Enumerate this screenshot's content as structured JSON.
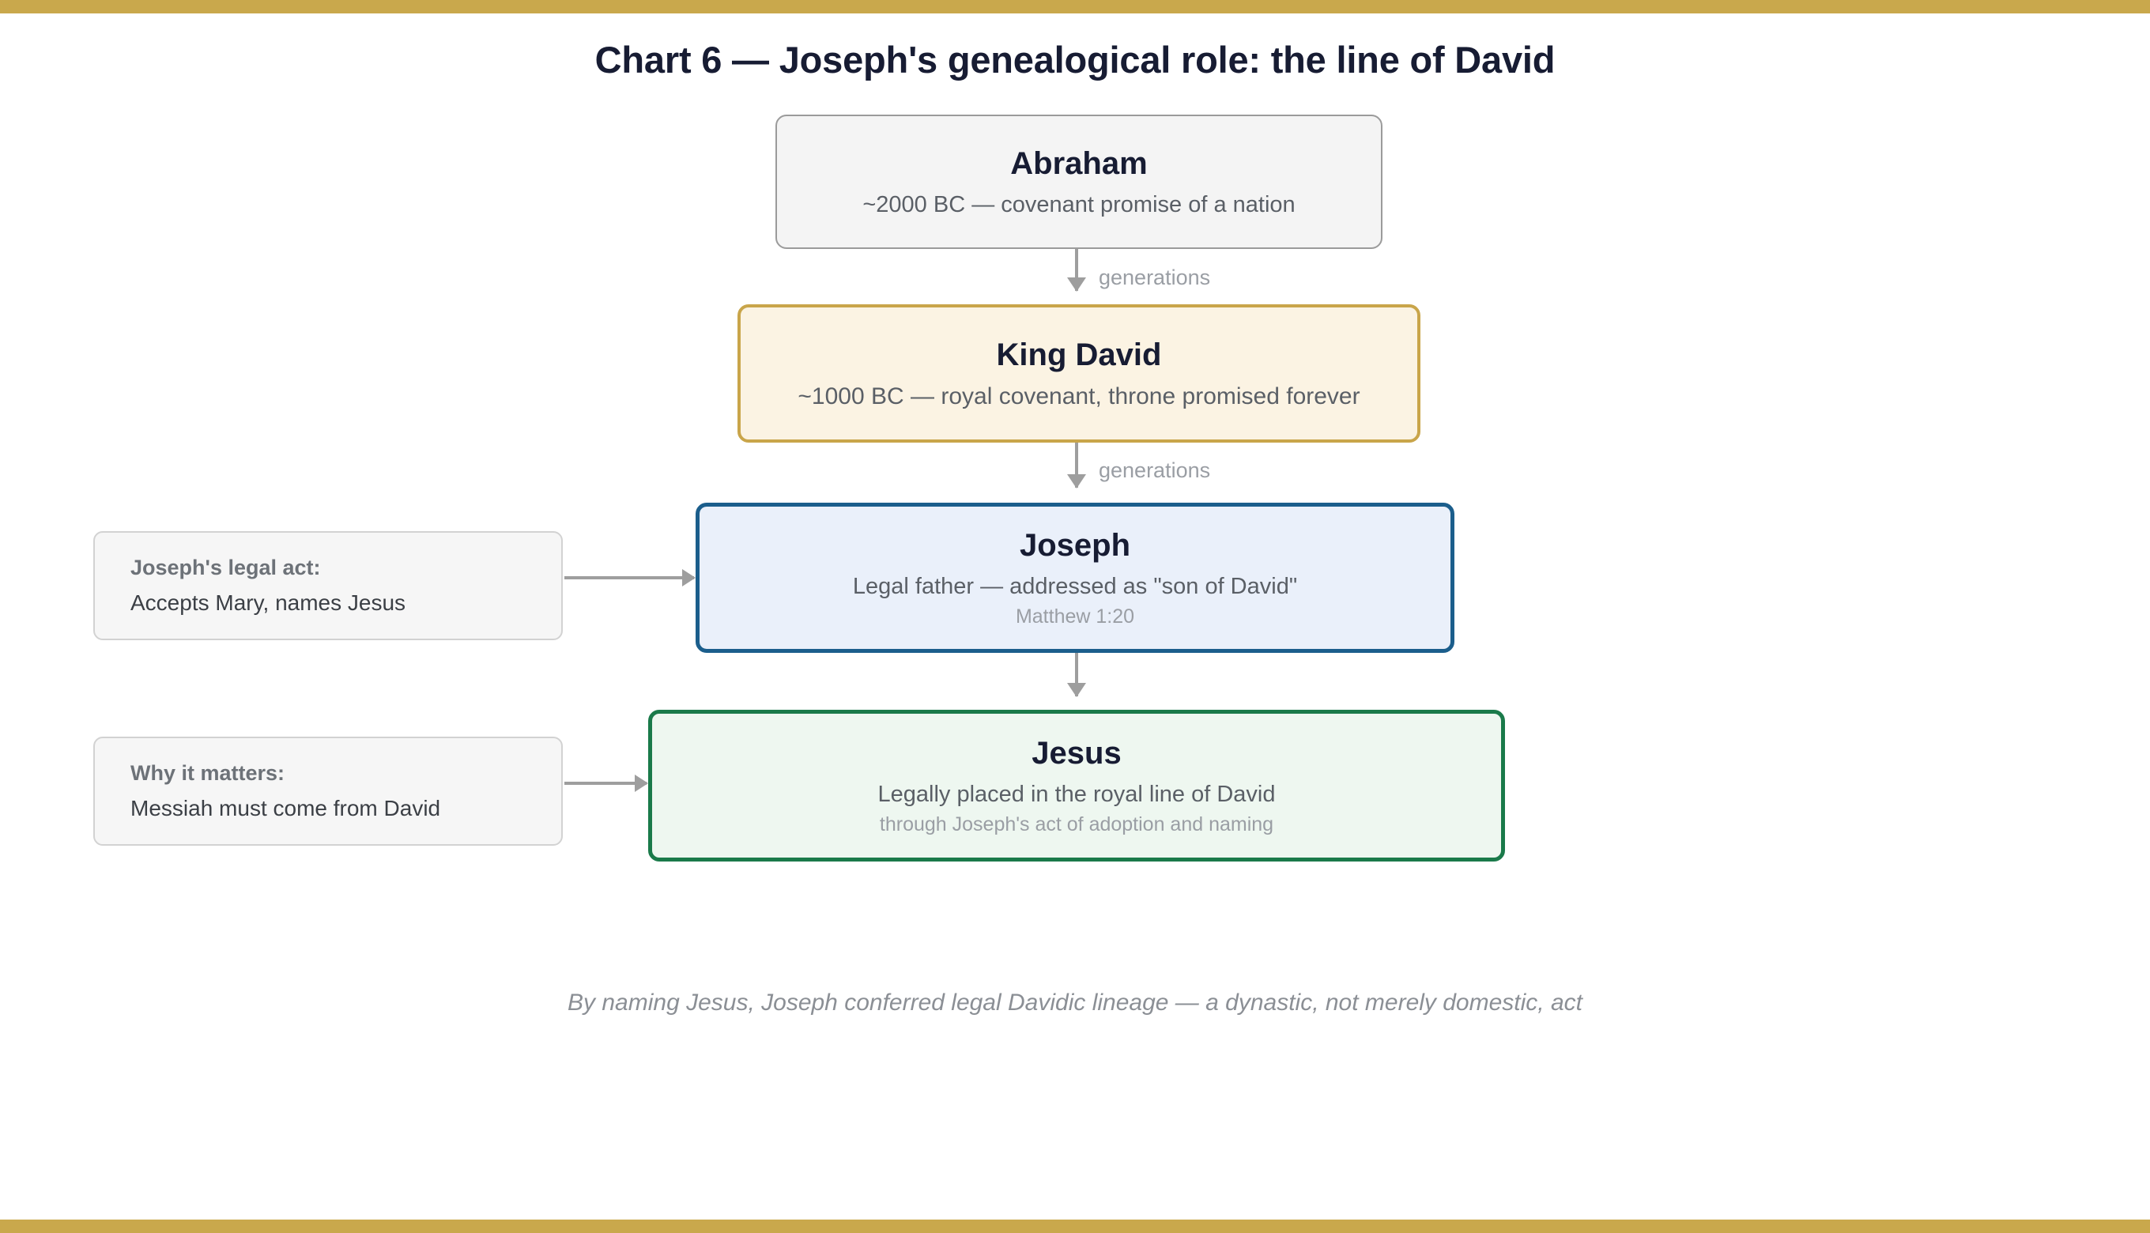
{
  "theme": {
    "gold": "#c9a84c",
    "david_border": "#c9a54a",
    "david_fill": "#fbf3e3",
    "joseph_border": "#1b5e8c",
    "joseph_fill": "#eaf0fa",
    "jesus_border": "#1a7a4a",
    "jesus_fill": "#eef7f0",
    "neutral_border": "#9b9b9b",
    "neutral_fill": "#f4f4f4",
    "connector": "#9e9e9e",
    "title_color": "#171c33",
    "muted_text": "#9a9ea4"
  },
  "title": "Chart 6 — Joseph's genealogical role: the line of David",
  "caption": "By naming Jesus, Joseph conferred legal Davidic lineage — a dynastic, not merely domestic, act",
  "chart_data": {
    "type": "diagram",
    "diagram_kind": "vertical-flowchart",
    "title": "Chart 6 — Joseph's genealogical role: the line of David",
    "nodes": [
      {
        "id": "abraham",
        "title": "Abraham",
        "subtitle": "~2000 BC — covenant promise of a nation",
        "ref": "",
        "style": "neutral"
      },
      {
        "id": "david",
        "title": "King David",
        "subtitle": "~1000 BC — royal covenant, throne promised forever",
        "ref": "",
        "style": "gold-highlight"
      },
      {
        "id": "joseph",
        "title": "Joseph",
        "subtitle": "Legal father — addressed as \"son of David\"",
        "ref": "Matthew 1:20",
        "style": "blue-highlight"
      },
      {
        "id": "jesus",
        "title": "Jesus",
        "subtitle": "Legally placed in the royal line of David",
        "ref": "through Joseph's act of adoption and naming",
        "style": "green-highlight"
      }
    ],
    "edges": [
      {
        "from": "abraham",
        "to": "david",
        "label": "generations",
        "direction": "down"
      },
      {
        "from": "david",
        "to": "joseph",
        "label": "generations",
        "direction": "down"
      },
      {
        "from": "joseph",
        "to": "jesus",
        "label": "",
        "direction": "down"
      },
      {
        "from": "note-legal-act",
        "to": "joseph",
        "label": "",
        "direction": "right"
      },
      {
        "from": "note-why",
        "to": "jesus",
        "label": "",
        "direction": "right"
      }
    ],
    "annotations": [
      {
        "id": "note-legal-act",
        "label": "Joseph's legal act:",
        "text": "Accepts Mary, names Jesus"
      },
      {
        "id": "note-why",
        "label": "Why it matters:",
        "text": "Messiah must come from David"
      }
    ],
    "caption": "By naming Jesus, Joseph conferred legal Davidic lineage — a dynastic, not merely domestic, act"
  }
}
